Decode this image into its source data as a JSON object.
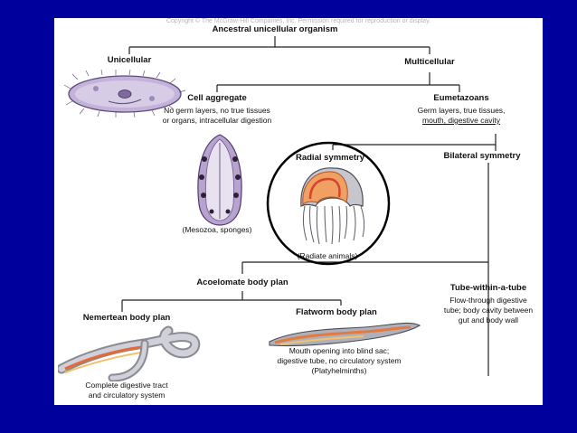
{
  "copyright": "Copyright © The McGraw-Hill Companies, Inc. Permission required for reproduction or display.",
  "nodes": {
    "ancestral": "Ancestral unicellular organism",
    "unicellular": "Unicellular",
    "multicellular": "Multicellular",
    "cell_aggregate": {
      "title": "Cell aggregate",
      "line1": "No germ layers, no true tissues",
      "line2": "or organs, intracellular digestion",
      "example": "(Mesozoa, sponges)"
    },
    "eumetazoans": {
      "title": "Eumetazoans",
      "line1": "Germ layers, true tissues,",
      "line2": "mouth, digestive cavity"
    },
    "radial": {
      "title": "Radial symmetry",
      "example": "(Radiate animals)"
    },
    "bilateral": "Bilateral symmetry",
    "acoelomate": "Acoelomate body plan",
    "tube": {
      "title": "Tube-within-a-tube",
      "line1": "Flow-through digestive",
      "line2": "tube; body cavity between",
      "line3": "gut and body wall"
    },
    "nemertean": {
      "title": "Nemertean body plan",
      "line1": "Complete digestive tract",
      "line2": "and circulatory system"
    },
    "flatworm": {
      "title": "Flatworm body plan",
      "line1": "Mouth opening into blind sac;",
      "line2": "digestive tube, no circulatory system",
      "line3": "(Platyhelminths)"
    }
  },
  "colors": {
    "background": "#00009c",
    "panel": "#ffffff",
    "highlight_circle": "#000000",
    "organism_purple": "#b7a5cf",
    "organism_orange": "#e88a4a"
  }
}
